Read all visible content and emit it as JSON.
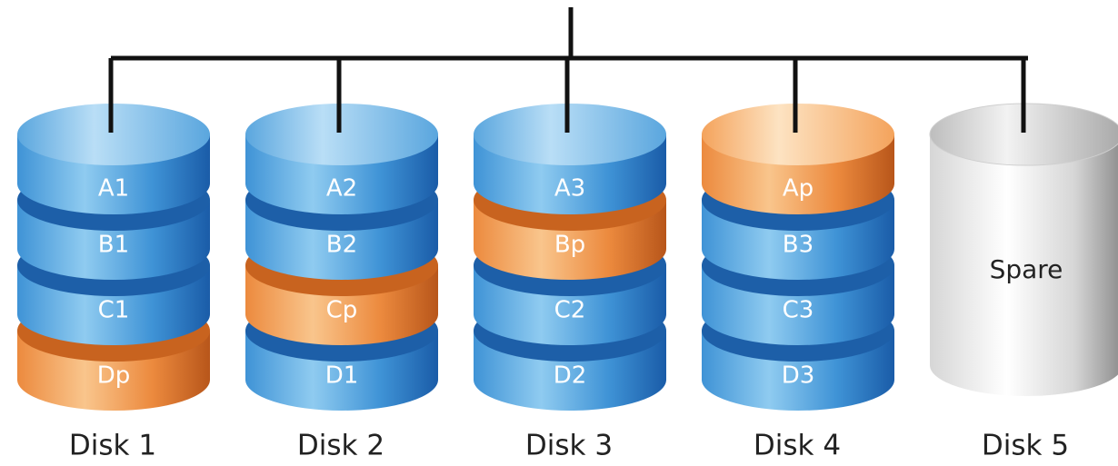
{
  "diagram": {
    "disks": [
      {
        "label": "Disk 1",
        "segments": [
          {
            "text": "A1",
            "kind": "data"
          },
          {
            "text": "B1",
            "kind": "data"
          },
          {
            "text": "C1",
            "kind": "data"
          },
          {
            "text": "Dp",
            "kind": "parity"
          }
        ]
      },
      {
        "label": "Disk 2",
        "segments": [
          {
            "text": "A2",
            "kind": "data"
          },
          {
            "text": "B2",
            "kind": "data"
          },
          {
            "text": "Cp",
            "kind": "parity"
          },
          {
            "text": "D1",
            "kind": "data"
          }
        ]
      },
      {
        "label": "Disk 3",
        "segments": [
          {
            "text": "A3",
            "kind": "data"
          },
          {
            "text": "Bp",
            "kind": "parity"
          },
          {
            "text": "C2",
            "kind": "data"
          },
          {
            "text": "D2",
            "kind": "data"
          }
        ]
      },
      {
        "label": "Disk 4",
        "segments": [
          {
            "text": "Ap",
            "kind": "parity"
          },
          {
            "text": "B3",
            "kind": "data"
          },
          {
            "text": "C3",
            "kind": "data"
          },
          {
            "text": "D3",
            "kind": "data"
          }
        ]
      },
      {
        "label": "Disk 5",
        "spare_text": "Spare"
      }
    ],
    "colors": {
      "data_light": "#8fcbf0",
      "data_mid": "#3f93d6",
      "data_dark": "#1a5ca8",
      "data_top_light": "#b9def6",
      "data_top_dark": "#5aa6de",
      "parity_light": "#f9c58c",
      "parity_mid": "#ec8a3e",
      "parity_dark": "#b8561a",
      "parity_top_light": "#fde3c2",
      "parity_top_dark": "#f4a35c",
      "spare_light": "#ffffff",
      "spare_mid": "#d6d6d6",
      "spare_dark": "#8c8c8c",
      "connector": "#111111"
    }
  }
}
